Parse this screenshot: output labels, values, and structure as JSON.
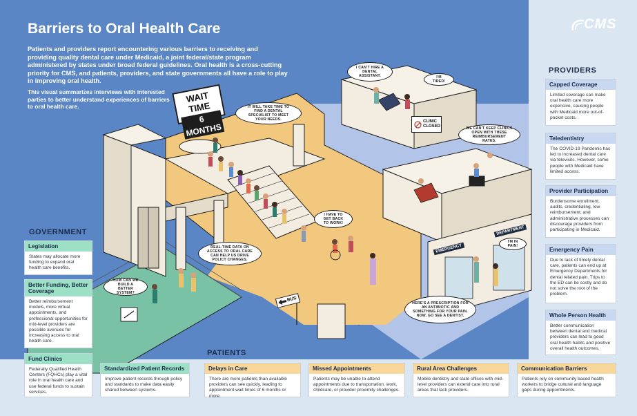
{
  "header": {
    "title": "Barriers to Oral Health Care",
    "intro": "Patients and providers report encountering various barriers to receiving and providing quality dental care under Medicaid, a joint federal/state program administered by states under broad federal guidelines. Oral health is a cross-cutting priority for CMS, and patients, providers, and state governments all have a role to play in improving oral health.",
    "intro2": "This visual summarizes interviews with interested parties to better understand experiences of barriers to oral health care.",
    "logo": "CMS"
  },
  "colors": {
    "sky": "#5a86c5",
    "floor_blue": "#b2c4e8",
    "floor_yellow": "#f2c77e",
    "side_panel": "#dbe6f3",
    "wall": "#f3ece0",
    "green_floor": "#7ac2a6"
  },
  "providers": {
    "heading": "PROVIDERS",
    "items": [
      {
        "title": "Capped Coverage",
        "body": "Limited coverage can make oral health care more expensive, causing people with Medicaid more out-of-pocket costs."
      },
      {
        "title": "Teledentistry",
        "body": "The COVID-19 Pandemic has led to increased dental care via televisits. However, some people with Medicaid have limited access."
      },
      {
        "title": "Provider Participation",
        "body": "Burdensome enrollment, audits, credentialing, low reimbursement, and administrative processes can discourage providers from participating in Medicaid."
      },
      {
        "title": "Emergency Pain",
        "body": "Due to lack of timely dental care, patients can end up at Emergency Departments for dental related pain. Trips to the ED can be costly and do not solve the root of the problem."
      },
      {
        "title": "Whole Person Health",
        "body": "Better communication between dental and medical providers can lead to good oral health habits and positive overall health outcomes."
      }
    ]
  },
  "government": {
    "heading": "GOVERNMENT",
    "items": [
      {
        "title": "Legislation",
        "body": "States may allocate more funding to expand oral health care benefits."
      },
      {
        "title": "Better Funding, Better Coverage",
        "body": "Better reimbursement models, more virtual appointments, and professional opportunities for mid-level providers are possible avenues for increasing access to oral health care."
      },
      {
        "title": "Fund Clinics",
        "body": "Federally Qualified Health Centers (FQHCs) play a vital role in oral health care and use federal funds to sustain services."
      },
      {
        "title": "Standardized Patient Records",
        "body": "Improve patient records through policy and standards to make data easily shared between systems."
      }
    ]
  },
  "patients": {
    "heading": "PATIENTS",
    "items": [
      {
        "title": "Delays in Care",
        "body": "There are more patients than available providers can see quickly, leading to appointment wait times of 6 months or more."
      },
      {
        "title": "Missed Appointments",
        "body": "Patients may be unable to attend appointments due to transportation, work, childcare, or provider proximity challenges."
      },
      {
        "title": "Rural Area Challenges",
        "body": "Mobile dentistry and state offices with mid-level providers can extend care into rural areas that lack providers."
      },
      {
        "title": "Communication Barriers",
        "body": "Patients rely on community based health workers to bridge cultural and language gaps during appointments."
      }
    ]
  },
  "scene": {
    "wait_sign_l1": "WAIT TIME",
    "wait_sign_l2": "6 MONTHS",
    "clinic_sign": "CLINIC CLOSED",
    "emergency": "EMERGENCY",
    "department": "DEPARTMENT",
    "bus": "BUS",
    "bubbles": {
      "dental_assistant": "I CAN'T HIRE A DENTAL ASSISTANT.",
      "tired": "I'M TIRED!",
      "wait": "IT WILL TAKE TIME TO FIND A DENTAL SPECIALIST TO MEET YOUR NEEDS.",
      "reimbursement": "WE CAN'T KEEP CLINICS OPEN WITH THESE REIMBURSEMENT RATES.",
      "work": "I HAVE TO GET BACK TO WORK!",
      "realtime": "REAL-TIME DATA ON ACCESS TO ORAL CARE CAN HELP US DRIVE POLICY CHANGES.",
      "system": "HOW CAN WE BUILD A BETTER SYSTEM?",
      "pain": "I'M IN PAIN!",
      "prescription": "HERE'S A PRESCRIPTION FOR AN ANTIBIOTIC AND SOMETHING FOR YOUR PAIN. NOW, GO SEE A DENTIST."
    }
  }
}
